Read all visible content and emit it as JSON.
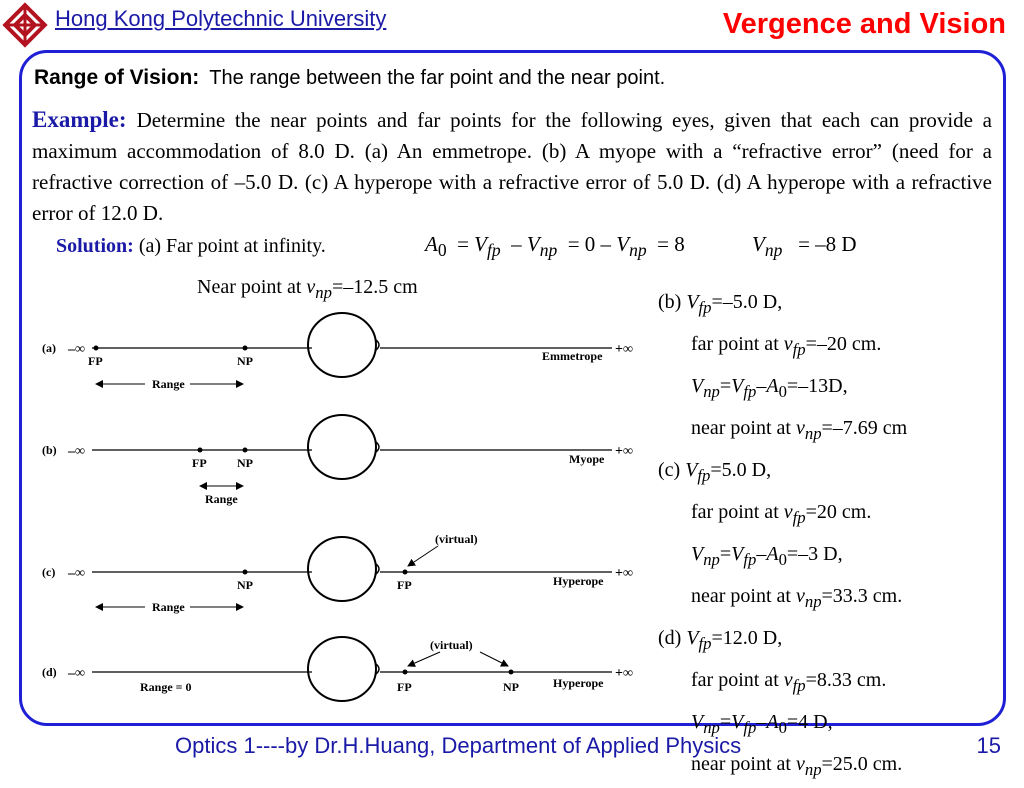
{
  "header": {
    "university": "Hong Kong Polytechnic University",
    "title": "Vergence and Vision"
  },
  "range_of_vision": {
    "label": "Range of Vision:",
    "text": "The range between the far point and the near point."
  },
  "example": {
    "label": "Example:",
    "text": "Determine the near points and far points for the following eyes, given that each can provide a maximum accommodation of 8.0 D. (a) An emmetrope. (b) A myope with a “refractive error” (need for a refractive correction of –5.0 D. (c) A hyperope with a refractive error of 5.0 D. (d) A hyperope with a refractive error of 12.0 D."
  },
  "solution": {
    "label": "Solution:",
    "text": "(a) Far point at infinity.",
    "near_point_a": "Near point at v_np=–12.5 cm"
  },
  "diagram": {
    "minus_inf": "–∞",
    "plus_inf": "+∞",
    "rows": [
      {
        "tag": "(a)",
        "name": "Emmetrope",
        "fp": "FP",
        "np": "NP",
        "range": "Range"
      },
      {
        "tag": "(b)",
        "name": "Myope",
        "fp": "FP",
        "np": "NP",
        "range": "Range"
      },
      {
        "tag": "(c)",
        "name": "Hyperope",
        "fp": "FP",
        "np": "NP",
        "range": "Range",
        "virtual": "(virtual)"
      },
      {
        "tag": "(d)",
        "name": "Hyperope",
        "fp": "FP",
        "np": "NP",
        "range": "Range = 0",
        "virtual": "(virtual)"
      }
    ]
  },
  "footer": {
    "text": "Optics 1----by Dr.H.Huang, Department of Applied Physics",
    "page": "15"
  },
  "colors": {
    "accent_blue": "#1a1aa6",
    "title_red": "#ff0000",
    "frame_blue": "#1f1fd6"
  }
}
